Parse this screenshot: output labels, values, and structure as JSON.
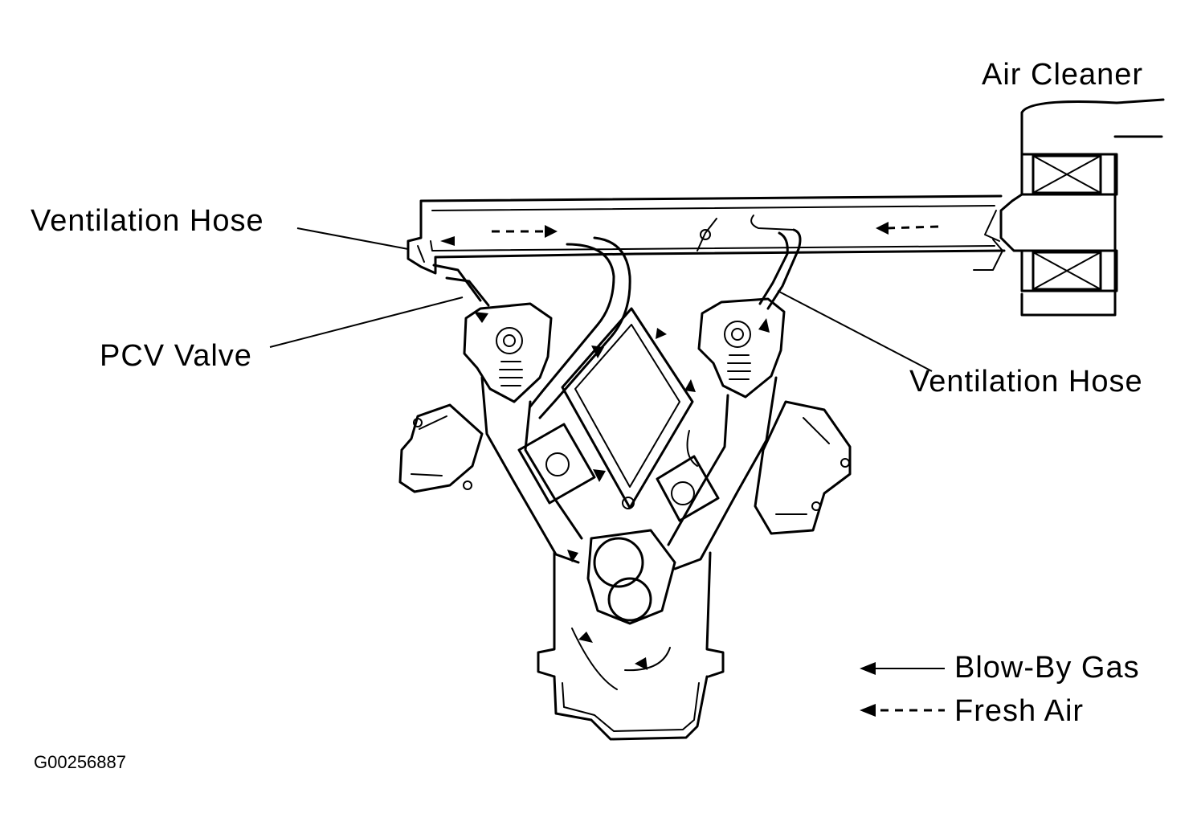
{
  "labels": {
    "air_cleaner": "Air Cleaner",
    "ventilation_hose_left": "Ventilation Hose",
    "pcv_valve": "PCV Valve",
    "ventilation_hose_right": "Ventilation Hose"
  },
  "legend": {
    "blow_by_gas": "Blow-By Gas",
    "fresh_air": "Fresh Air"
  },
  "figure_code": "G00256887",
  "colors": {
    "line": "#000000",
    "background": "#ffffff"
  }
}
